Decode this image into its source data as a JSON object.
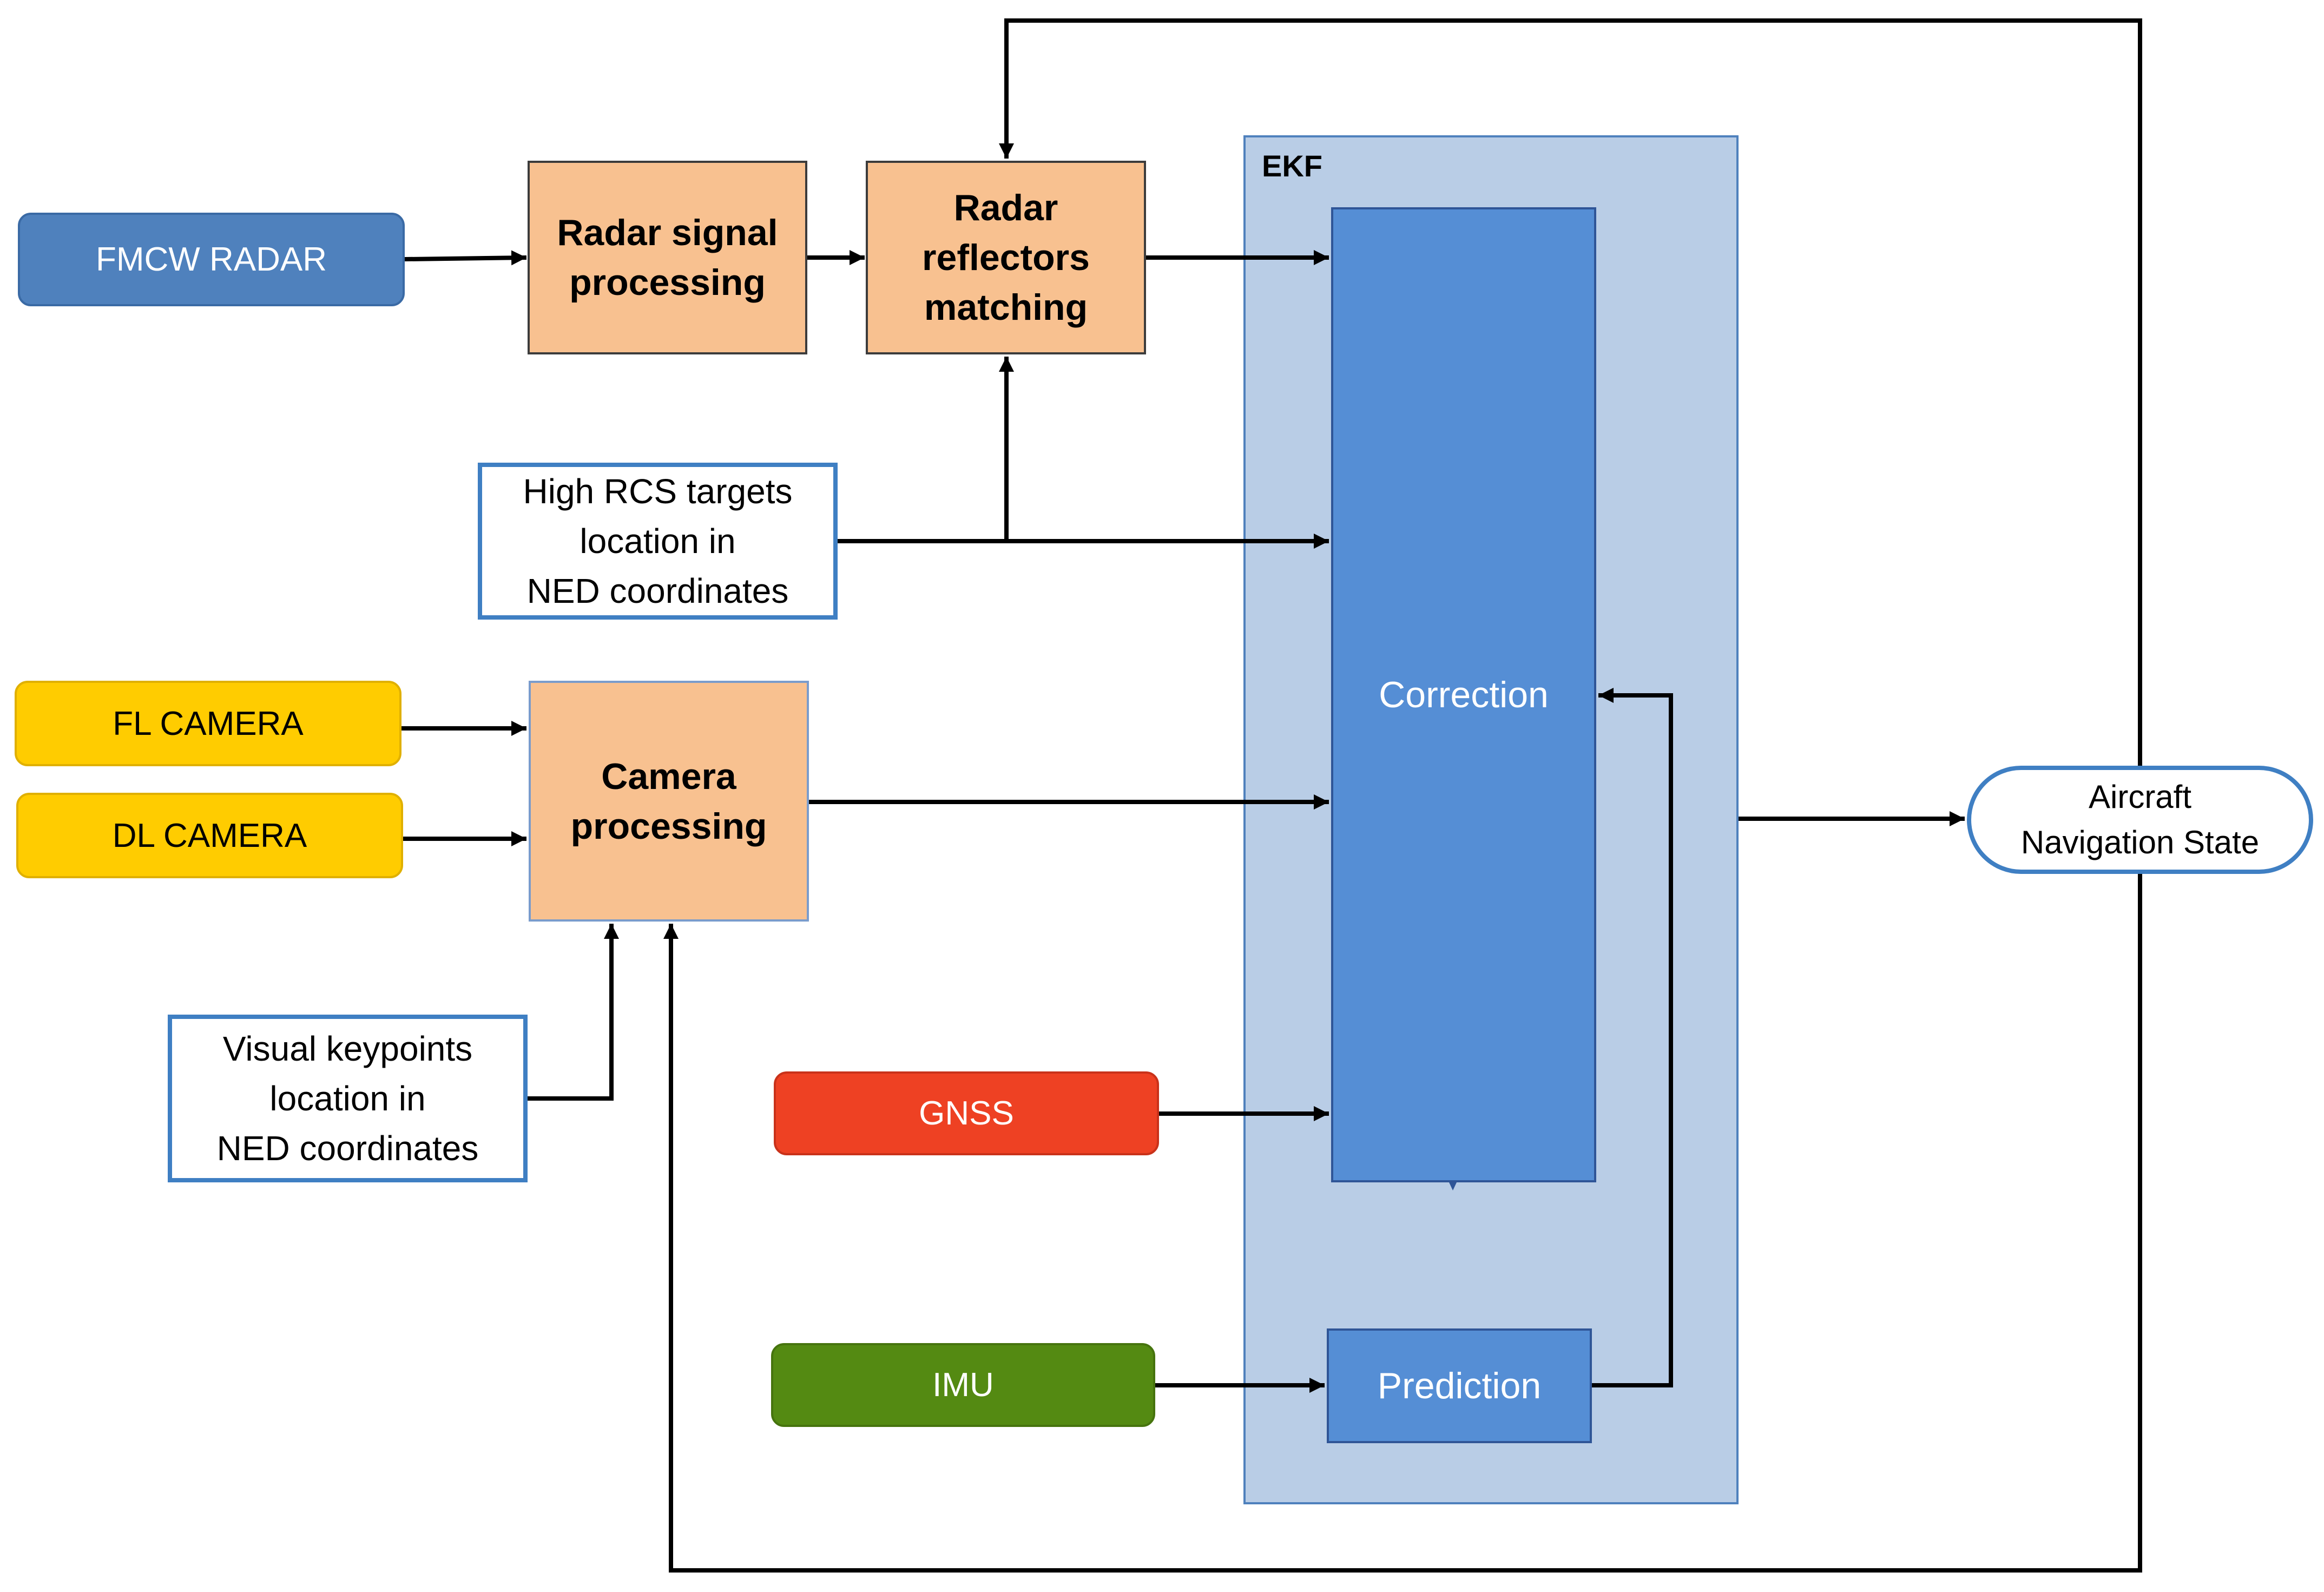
{
  "sources": {
    "fmcw_radar": "FMCW RADAR",
    "fl_camera": "FL CAMERA",
    "dl_camera": "DL CAMERA",
    "gnss": "GNSS",
    "imu": "IMU"
  },
  "processing": {
    "radar_signal": [
      "Radar signal",
      "processing"
    ],
    "radar_reflectors": [
      "Radar",
      "reflectors",
      "matching"
    ],
    "camera": [
      "Camera",
      "processing"
    ]
  },
  "data_inputs": {
    "high_rcs": [
      "High RCS targets",
      "location in",
      "NED coordinates"
    ],
    "visual_keypoints": [
      "Visual keypoints",
      "location in",
      "NED coordinates"
    ]
  },
  "ekf": {
    "title": "EKF",
    "correction": "Correction",
    "prediction": "Prediction"
  },
  "output": [
    "Aircraft",
    "Navigation State"
  ],
  "colors": {
    "radar": "#4f81bd",
    "camera": "#ffcc00",
    "gnss": "#ee4123",
    "imu": "#548a12",
    "processing": "#f8c190",
    "ekf_bg": "#b9cde6",
    "ekf_block": "#558ed5",
    "data_border": "#3f7fc3",
    "arrow": "#000000"
  }
}
